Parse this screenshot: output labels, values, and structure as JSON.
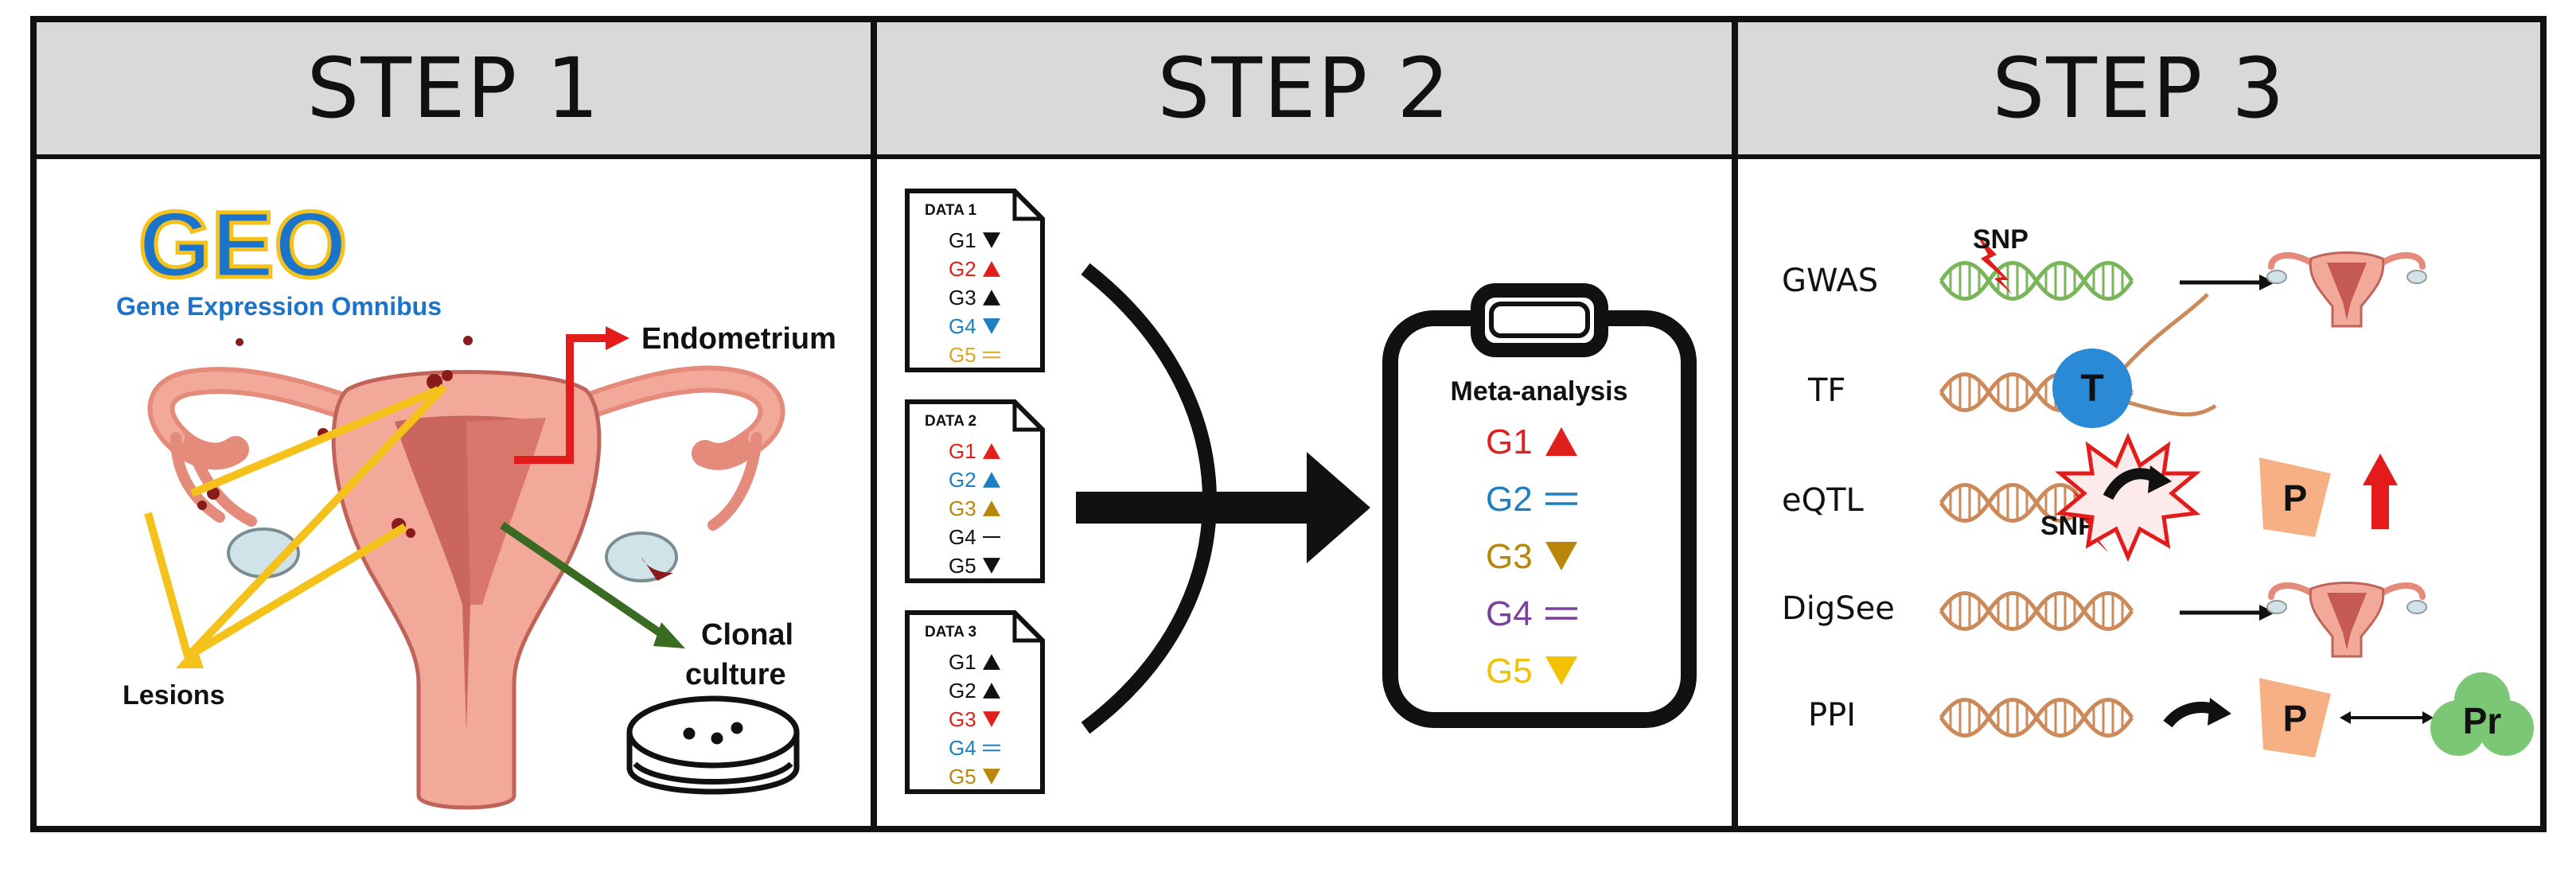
{
  "steps": {
    "step1": "STEP 1",
    "step2": "STEP 2",
    "step3": "STEP 3"
  },
  "step1": {
    "logo": {
      "wordmark": "GEO",
      "subtitle": "Gene Expression Omnibus"
    },
    "labels": {
      "endometrium": "Endometrium",
      "lesions": "Lesions",
      "clonal_line1": "Clonal",
      "clonal_line2": "culture"
    }
  },
  "step2": {
    "datasets": [
      {
        "title": "DATA 1",
        "genes": [
          {
            "name": "G1",
            "color": "#111111",
            "marker": "down"
          },
          {
            "name": "G2",
            "color": "#e0201b",
            "marker": "up"
          },
          {
            "name": "G3",
            "color": "#111111",
            "marker": "up"
          },
          {
            "name": "G4",
            "color": "#1b7fc1",
            "marker": "down"
          },
          {
            "name": "G5",
            "color": "#d7a72a",
            "marker": "equal"
          }
        ]
      },
      {
        "title": "DATA 2",
        "genes": [
          {
            "name": "G1",
            "color": "#e0201b",
            "marker": "up"
          },
          {
            "name": "G2",
            "color": "#1b7fc1",
            "marker": "up"
          },
          {
            "name": "G3",
            "color": "#b8860b",
            "marker": "up"
          },
          {
            "name": "G4",
            "color": "#111111",
            "marker": "dash"
          },
          {
            "name": "G5",
            "color": "#111111",
            "marker": "down"
          }
        ]
      },
      {
        "title": "DATA 3",
        "genes": [
          {
            "name": "G1",
            "color": "#111111",
            "marker": "up"
          },
          {
            "name": "G2",
            "color": "#111111",
            "marker": "up"
          },
          {
            "name": "G3",
            "color": "#e0201b",
            "marker": "down"
          },
          {
            "name": "G4",
            "color": "#1b7fc1",
            "marker": "equal"
          },
          {
            "name": "G5",
            "color": "#b8860b",
            "marker": "down"
          }
        ]
      }
    ],
    "meta": {
      "title": "Meta-analysis",
      "genes": [
        {
          "name": "G1",
          "color": "#e0201b",
          "marker": "up"
        },
        {
          "name": "G2",
          "color": "#1b7fc1",
          "marker": "equal"
        },
        {
          "name": "G3",
          "color": "#b8860b",
          "marker": "down"
        },
        {
          "name": "G4",
          "color": "#7b3f9e",
          "marker": "equal"
        },
        {
          "name": "G5",
          "color": "#f2c200",
          "marker": "down"
        }
      ]
    }
  },
  "step3": {
    "rows": [
      {
        "label": "GWAS"
      },
      {
        "label": "TF"
      },
      {
        "label": "eQTL"
      },
      {
        "label": "DigSee"
      },
      {
        "label": "PPI"
      }
    ],
    "snp_label": "SNP",
    "tf_label": "T",
    "protein_label": "P",
    "partner_label": "Pr"
  },
  "colors": {
    "header_bg": "#d9d9d9",
    "uterus": "#f2a99a",
    "uterus_dark": "#b5403a",
    "dna": "#cc8a5a",
    "dna_green": "#7ab55c",
    "arrow_red": "#e31b1b",
    "arrow_yellow": "#f5c21b",
    "arrow_green": "#3a6b23",
    "protein": "#f6b083",
    "tf_blue": "#2a8ad6",
    "pr_green": "#7cc775",
    "geo_blue": "#1b74c9"
  }
}
